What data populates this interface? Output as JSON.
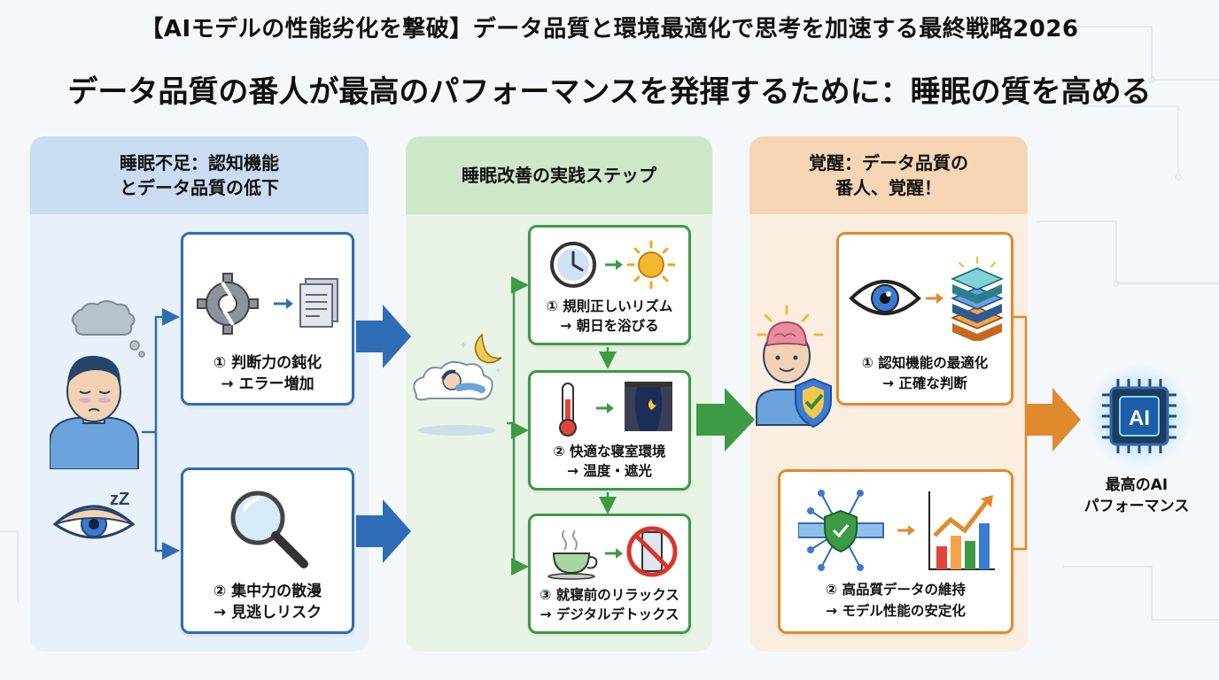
{
  "header": {
    "title": "【AIモデルの性能劣化を撃破】データ品質と環境最適化で思考を加速する最終戦略2026",
    "subtitle": "データ品質の番人が最高のパフォーマンスを発揮するために：睡眠の質を高める"
  },
  "panels": [
    {
      "heading_line1": "睡眠不足：認知機能",
      "heading_line2": "とデータ品質の低下",
      "color": "#2f6cb6",
      "cards": [
        {
          "line1": "① 判断力の鈍化",
          "line2": "→ エラー増加",
          "icons": [
            "broken-gear-icon",
            "document-icon"
          ]
        },
        {
          "line1": "② 集中力の散漫",
          "line2": "→ 見逃しリスク",
          "icons": [
            "magnifier-icon"
          ]
        }
      ]
    },
    {
      "heading": "睡眠改善の実践ステップ",
      "color": "#3d9a45",
      "cards": [
        {
          "line1": "① 規則正しいリズム",
          "line2": "→ 朝日を浴びる",
          "icons": [
            "clock-icon",
            "sun-icon"
          ]
        },
        {
          "line1": "② 快適な寝室環境",
          "line2": "→ 温度・遮光",
          "icons": [
            "thermometer-icon",
            "curtain-window-icon"
          ]
        },
        {
          "line1": "③ 就寝前のリラックス",
          "line2": "→ デジタルデトックス",
          "icons": [
            "tea-cup-icon",
            "no-phone-icon"
          ]
        }
      ]
    },
    {
      "heading_line1": "覚醒：データ品質の",
      "heading_line2": "番人、覚醒！",
      "color": "#e08a2e",
      "cards": [
        {
          "line1": "① 認知機能の最適化",
          "line2": "→ 正確な判断",
          "icons": [
            "eye-icon",
            "data-layers-icon"
          ]
        },
        {
          "line1": "② 高品質データの維持",
          "line2": "→ モデル性能の安定化",
          "icons": [
            "data-shield-icon",
            "growth-chart-icon"
          ]
        }
      ]
    }
  ],
  "sleep_icon_text": "zZ",
  "chip_text": "AI",
  "final": {
    "line1": "最高のAI",
    "line2": "パフォーマンス"
  },
  "colors": {
    "blue": "#2f6cb6",
    "green": "#3d9a45",
    "orange": "#e08a2e"
  }
}
